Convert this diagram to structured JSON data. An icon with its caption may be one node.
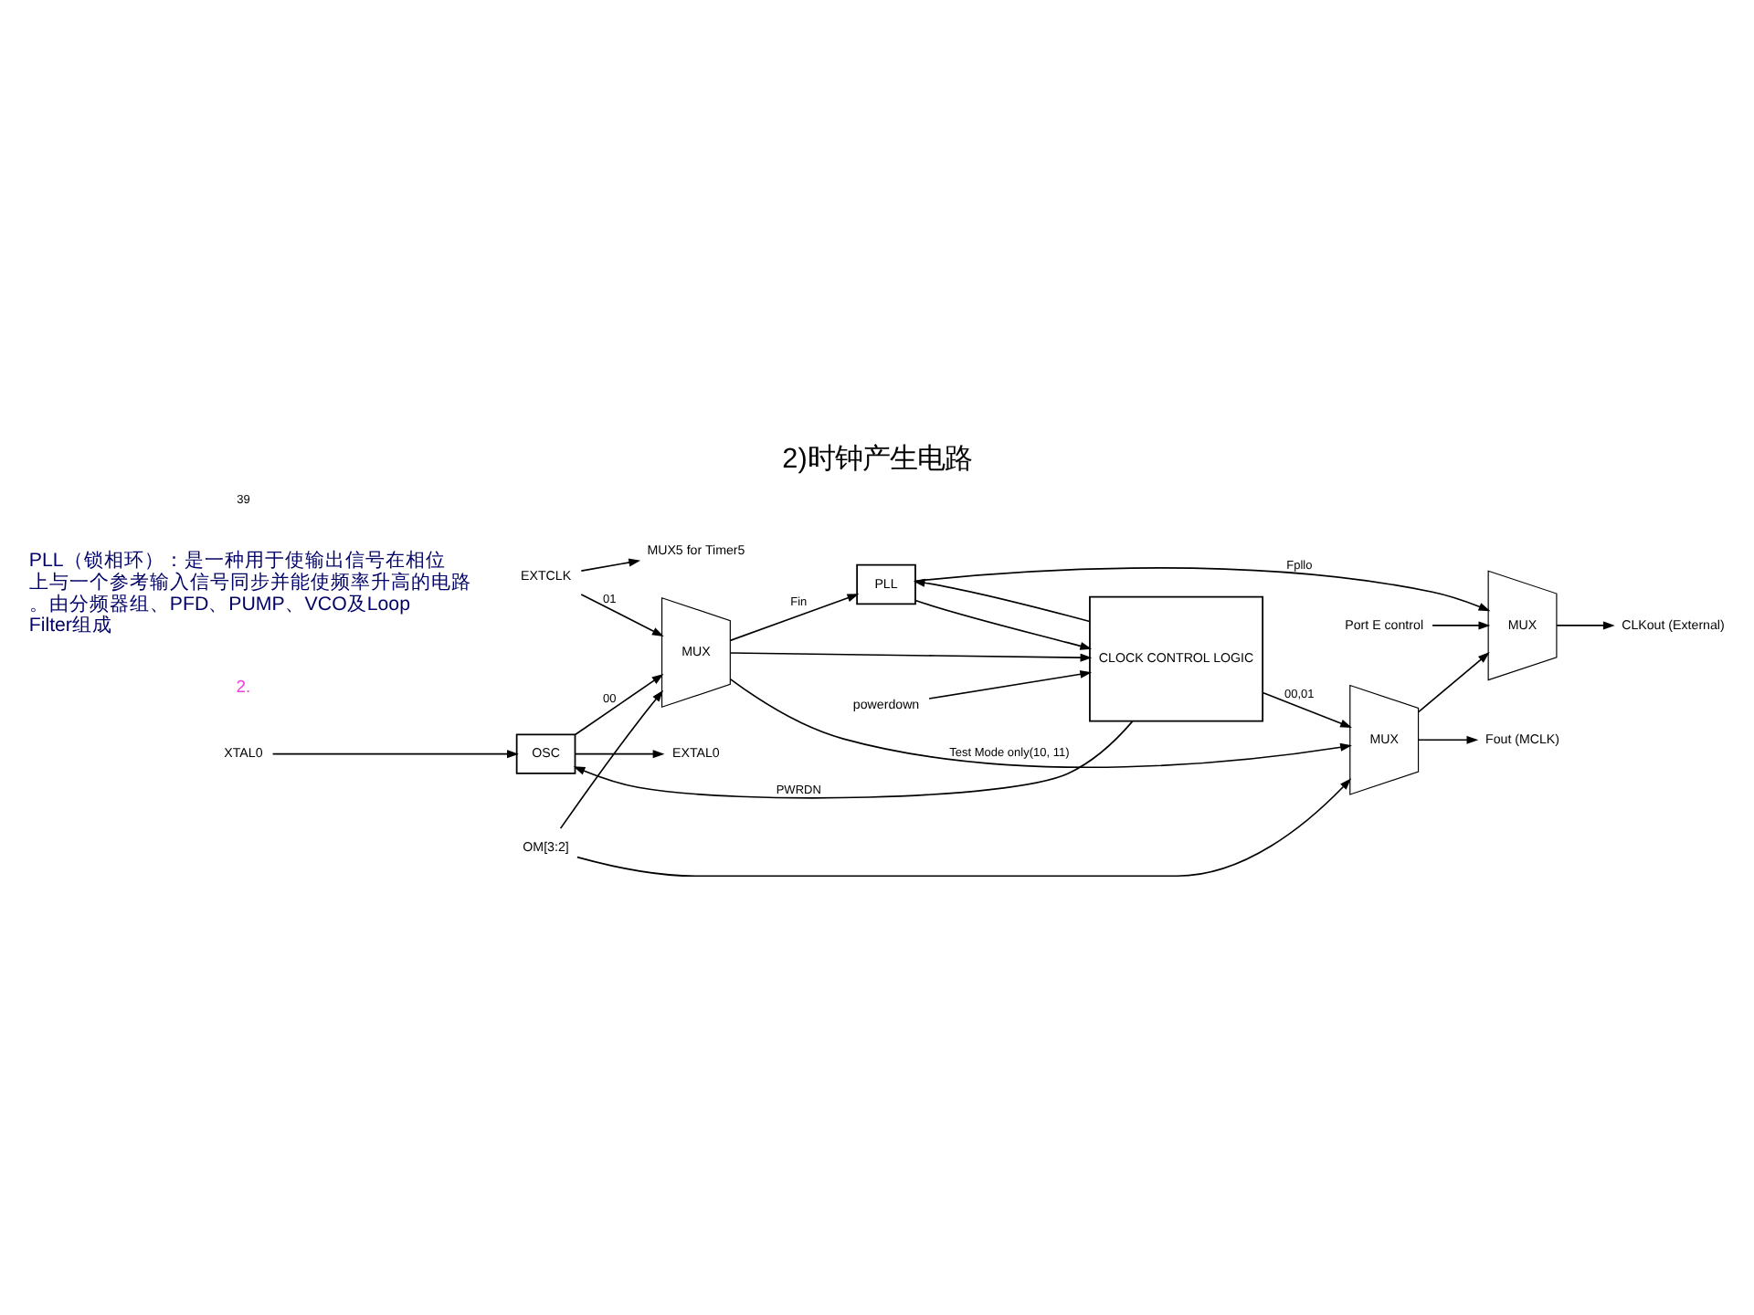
{
  "diagram": {
    "title": "2)时钟产生电路",
    "nodes": [
      {
        "text": [
          "XTAL0"
        ]
      },
      {
        "text": [
          "EXTAL0"
        ]
      },
      {
        "text": [
          "EXTCLK"
        ]
      },
      {
        "text": [
          "OM[3:2]"
        ]
      },
      {
        "text": [
          "OSC"
        ]
      },
      {
        "text": [
          "MUX"
        ]
      },
      {
        "text": [
          "MUX5 for Timer5"
        ]
      },
      {
        "text": [
          "PLL"
        ]
      },
      {
        "text": [
          "CLOCK CONTROL LOGIC"
        ]
      },
      {
        "text": [
          "MUX"
        ]
      },
      {
        "text": [
          "MUX"
        ]
      },
      {
        "text": [
          "CLKout (External)"
        ]
      },
      {
        "text": [
          "Port E control"
        ]
      },
      {
        "text": [
          "Fout (MCLK)"
        ]
      },
      {
        "text": [
          "powerdown"
        ]
      }
    ],
    "edges": [
      {
        "from": 0,
        "to": 4,
        "arrow": "to"
      },
      {
        "from": 4,
        "to": 1,
        "arrow": "to"
      },
      {
        "from": 4,
        "to": 5,
        "arrow": "to",
        "label": "00"
      },
      {
        "from": 2,
        "to": 5,
        "arrow": "to",
        "label": "01"
      },
      {
        "from": 2,
        "to": 6,
        "arrow": "to"
      },
      {
        "from": 3,
        "to": 5,
        "arrow": "to"
      },
      {
        "from": 8,
        "to": 4,
        "arrow": "to",
        "label": "PWRDN"
      },
      {
        "from": 8,
        "to": 7,
        "arrow": "to"
      },
      {
        "from": 5,
        "to": 7,
        "arrow": "to",
        "label": "Fin"
      },
      {
        "from": 5,
        "to": 8,
        "arrow": "to"
      },
      {
        "from": 5,
        "to": 9,
        "arrow": "to",
        "label": "Test Mode only(10, 11)"
      },
      {
        "from": 7,
        "to": 8,
        "arrow": "to"
      },
      {
        "from": 7,
        "to": 10,
        "arrow": "to",
        "label": "Fpllo"
      },
      {
        "from": 8,
        "to": 9,
        "arrow": "to",
        "label": "00,01"
      },
      {
        "from": 3,
        "to": 9,
        "arrow": "to"
      },
      {
        "from": 14,
        "to": 8,
        "arrow": "to"
      },
      {
        "from": 10,
        "to": 11,
        "arrow": "to"
      },
      {
        "from": 12,
        "to": 10,
        "arrow": "to"
      },
      {
        "from": 9,
        "to": 13,
        "arrow": "to"
      },
      {
        "from": 9,
        "to": 10,
        "arrow": "to"
      }
    ],
    "labels": [
      "2.",
      "PLL（锁相环）：是一种用于使输出信号在相位上与一个参考输入信号同步并能使频率升高的电路。由分频器组、PFD、PUMP、VCO及Loop Filter组成",
      "39"
    ]
  }
}
